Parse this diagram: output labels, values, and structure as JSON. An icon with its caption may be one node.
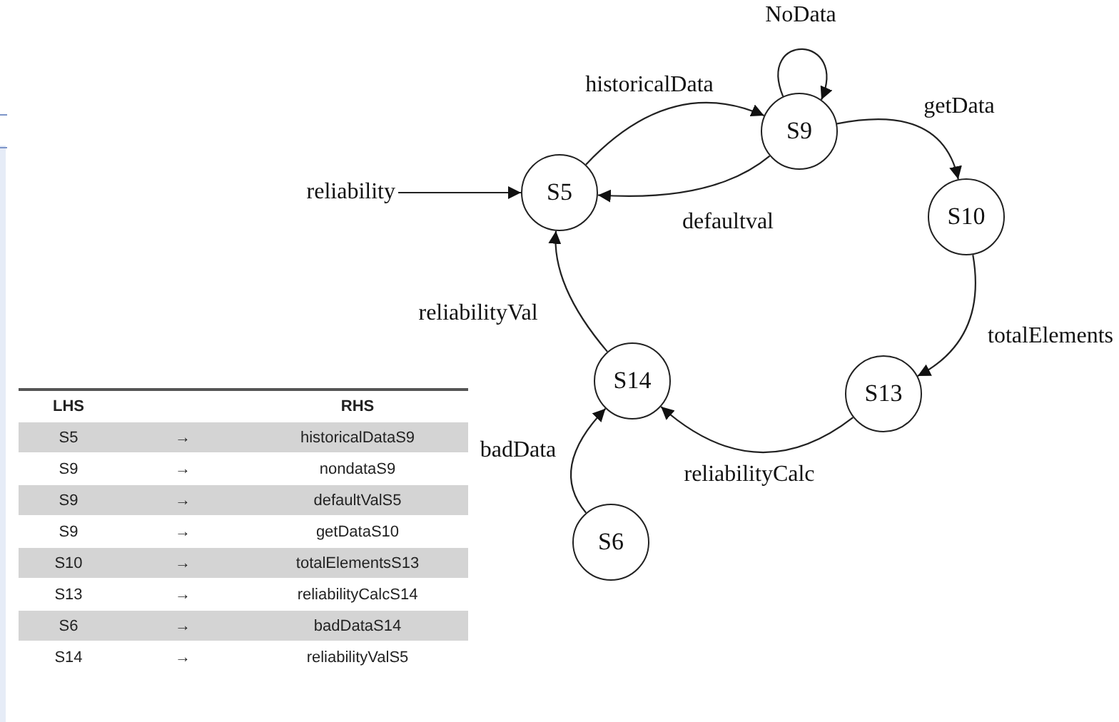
{
  "diagram": {
    "nodes": [
      {
        "text": [
          "reliability"
        ]
      },
      {
        "text": [
          "S5"
        ]
      },
      {
        "text": [
          "S9"
        ]
      },
      {
        "text": [
          "S10"
        ]
      },
      {
        "text": [
          "S13"
        ]
      },
      {
        "text": [
          "S14"
        ]
      },
      {
        "text": [
          "S6"
        ]
      }
    ],
    "edges": [
      {
        "from": 0,
        "to": 1,
        "arrow": "to"
      },
      {
        "from": 1,
        "to": 2,
        "arrow": "to",
        "label": "historicalData"
      },
      {
        "from": 2,
        "to": 2,
        "arrow": "to",
        "label": "NoData"
      },
      {
        "from": 2,
        "to": 1,
        "arrow": "to",
        "label": "defaultval"
      },
      {
        "from": 2,
        "to": 3,
        "arrow": "to",
        "label": "getData"
      },
      {
        "from": 3,
        "to": 4,
        "arrow": "to",
        "label": "totalElements"
      },
      {
        "from": 4,
        "to": 5,
        "arrow": "to",
        "label": "reliabilityCalc"
      },
      {
        "from": 6,
        "to": 5,
        "arrow": "to",
        "label": "badData"
      },
      {
        "from": 5,
        "to": 1,
        "arrow": "to",
        "label": "reliabilityVal"
      }
    ],
    "labels": [
      "LHS",
      "RHS",
      "S5",
      "→",
      "historicalDataS9",
      "S9",
      "→",
      "nondataS9",
      "S9",
      "→",
      "defaultValS5",
      "S9",
      "→",
      "getDataS10",
      "S10",
      "→",
      "totalElementsS13",
      "S13",
      "→",
      "reliabilityCalcS14",
      "S6",
      "→",
      "badDataS14",
      "S14",
      "→",
      "reliabilityValS5"
    ]
  }
}
